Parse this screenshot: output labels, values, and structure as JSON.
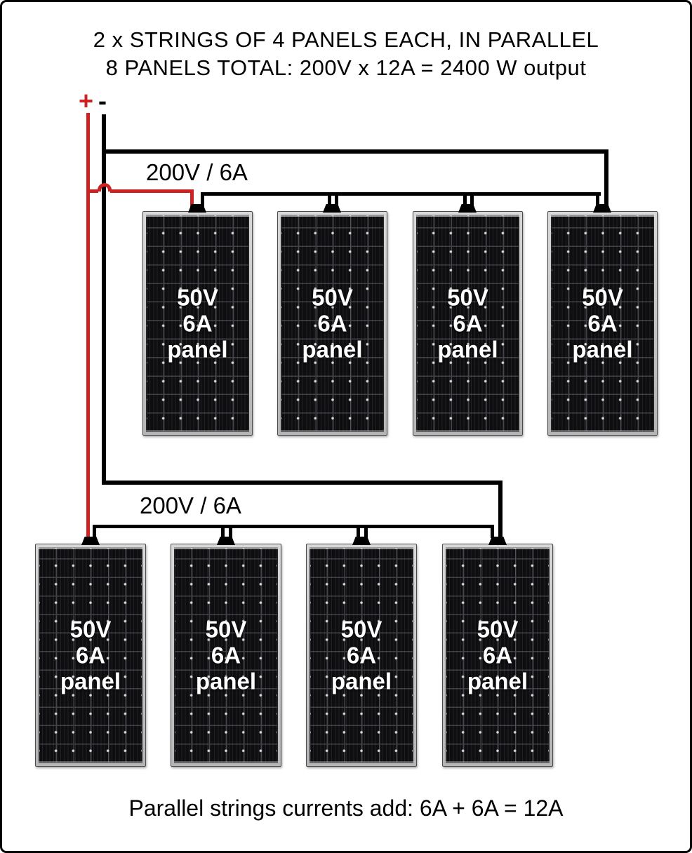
{
  "diagram": {
    "title_line1": "2 x STRINGS OF 4 PANELS EACH, IN PARALLEL",
    "title_line2": "8 PANELS TOTAL: 200V x 12A = 2400 W output",
    "terminals": {
      "positive": "+",
      "negative": "-"
    },
    "caption": "Parallel strings currents add: 6A + 6A = 12A",
    "colors": {
      "positive_wire": "#cc2222",
      "negative_wire": "#000000",
      "panel_text": "#ffffff",
      "panel_frame": "#c4c4c4"
    },
    "strings": [
      {
        "label": "200V / 6A",
        "panels": [
          {
            "line1": "50V",
            "line2": "6A",
            "line3": "panel"
          },
          {
            "line1": "50V",
            "line2": "6A",
            "line3": "panel"
          },
          {
            "line1": "50V",
            "line2": "6A",
            "line3": "panel"
          },
          {
            "line1": "50V",
            "line2": "6A",
            "line3": "panel"
          }
        ]
      },
      {
        "label": "200V / 6A",
        "panels": [
          {
            "line1": "50V",
            "line2": "6A",
            "line3": "panel"
          },
          {
            "line1": "50V",
            "line2": "6A",
            "line3": "panel"
          },
          {
            "line1": "50V",
            "line2": "6A",
            "line3": "panel"
          },
          {
            "line1": "50V",
            "line2": "6A",
            "line3": "panel"
          }
        ]
      }
    ]
  }
}
